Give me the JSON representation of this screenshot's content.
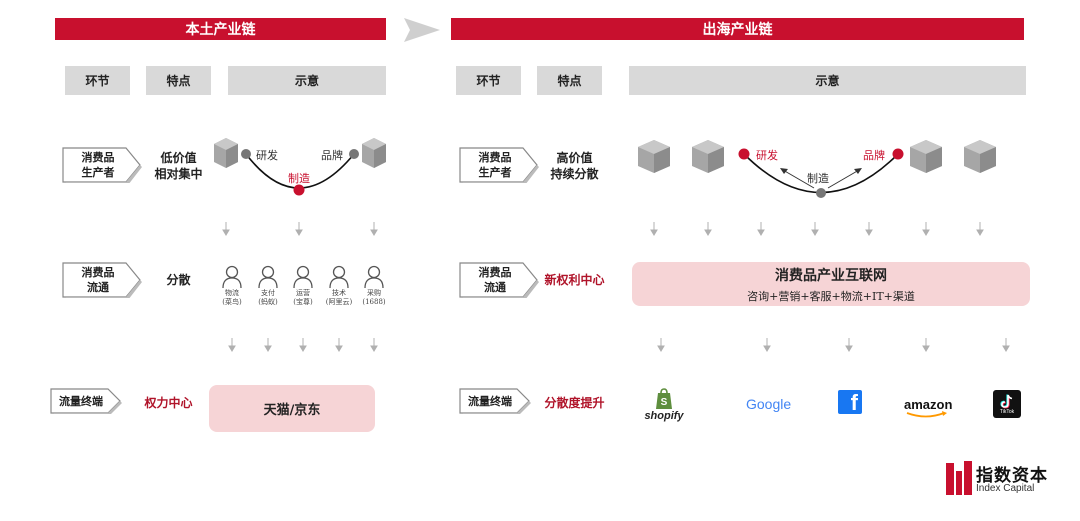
{
  "left": {
    "title": "本土产业链",
    "headers": [
      "环节",
      "特点",
      "示意"
    ],
    "rows": [
      {
        "label": [
          "消费品",
          "生产者"
        ],
        "feature": [
          "低价值",
          "相对集中"
        ]
      },
      {
        "label": [
          "消费品",
          "流通"
        ],
        "feature": [
          "分散"
        ]
      },
      {
        "label": [
          "流量终端"
        ],
        "feature": [
          "权力中心"
        ]
      }
    ],
    "producer_diagram": {
      "rnd": "研发",
      "brand": "品牌",
      "manufacture": "制造"
    },
    "circulation_people": [
      {
        "line1": "物流",
        "line2": "(菜鸟)"
      },
      {
        "line1": "支付",
        "line2": "(蚂蚁)"
      },
      {
        "line1": "运营",
        "line2": "(宝尊)"
      },
      {
        "line1": "技术",
        "line2": "(阿里云)"
      },
      {
        "line1": "采购",
        "line2": "(1688)"
      }
    ],
    "terminal_box": "天猫/京东"
  },
  "right": {
    "title": "出海产业链",
    "headers": [
      "环节",
      "特点",
      "示意"
    ],
    "rows": [
      {
        "label": [
          "消费品",
          "生产者"
        ],
        "feature": [
          "高价值",
          "持续分散"
        ]
      },
      {
        "label": [
          "消费品",
          "流通"
        ],
        "feature": [
          "新权利中心"
        ]
      },
      {
        "label": [
          "流量终端"
        ],
        "feature": [
          "分散度提升"
        ]
      }
    ],
    "producer_diagram": {
      "rnd": "研发",
      "brand": "品牌",
      "manufacture": "制造"
    },
    "internet_box": {
      "title": "消费品产业互联网",
      "subtitle": "咨询+营销+客服+物流+IT+渠道"
    },
    "brands": {
      "shopify": "shopify",
      "google": "Google",
      "facebook": "f",
      "amazon": "amazon",
      "tiktok": "TikTok"
    }
  },
  "logo": {
    "cn": "指数资本",
    "en": "Index Capital"
  },
  "colors": {
    "red": "#c8102e",
    "gray": "#d9d9d9",
    "pink": "#f6d4d6"
  }
}
